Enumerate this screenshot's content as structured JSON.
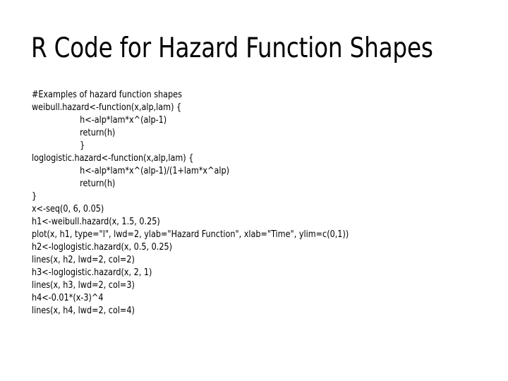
{
  "slide": {
    "title": "R Code for Hazard Function Shapes",
    "background_color": "#FFFFFF",
    "text_color": "#000000"
  },
  "code": {
    "language": "R",
    "lines": [
      {
        "text": "#Examples of hazard function shapes",
        "indent": false
      },
      {
        "text": "weibull.hazard<-function(x,alp,lam) {",
        "indent": false
      },
      {
        "text": "h<-alp*lam*x^(alp-1)",
        "indent": true
      },
      {
        "text": "return(h)",
        "indent": true
      },
      {
        "text": "}",
        "indent": true
      },
      {
        "text": "loglogistic.hazard<-function(x,alp,lam) {",
        "indent": false
      },
      {
        "text": "h<-alp*lam*x^(alp-1)/(1+lam*x^alp)",
        "indent": true
      },
      {
        "text": "return(h)",
        "indent": true
      },
      {
        "text": "}",
        "indent": false
      },
      {
        "text": "x<-seq(0, 6, 0.05)",
        "indent": false
      },
      {
        "text": "h1<-weibull.hazard(x, 1.5, 0.25)",
        "indent": false
      },
      {
        "text": "plot(x, h1, type=\"l\", lwd=2, ylab=\"Hazard Function\", xlab=\"Time\", ylim=c(0,1))",
        "indent": false
      },
      {
        "text": "h2<-loglogistic.hazard(x, 0.5, 0.25)",
        "indent": false
      },
      {
        "text": "lines(x, h2, lwd=2, col=2)",
        "indent": false
      },
      {
        "text": "h3<-loglogistic.hazard(x, 2, 1)",
        "indent": false
      },
      {
        "text": "lines(x, h3, lwd=2, col=3)",
        "indent": false
      },
      {
        "text": "h4<-0.01*(x-3)^4",
        "indent": false
      },
      {
        "text": "lines(x, h4, lwd=2, col=4)",
        "indent": false
      }
    ]
  }
}
